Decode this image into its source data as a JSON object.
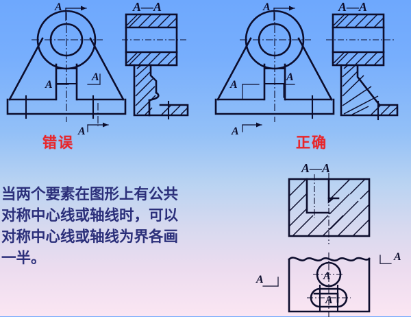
{
  "slide": {
    "background_top_color": "#6ea8fd",
    "background_bottom_color": "#fbe6f3",
    "line_color": "#0c0d2c",
    "accent_red": "#e8262b",
    "caption_color": "#2b2f7a"
  },
  "caption": {
    "text": "当两个要素在图形上有公共\n对称中心线或轴线时，可以\n对称中心线或轴线为界各画\n一半。"
  },
  "labels": {
    "wrong": "错误",
    "correct": "正确",
    "section_title": "A—A",
    "section_mark": "A"
  },
  "figures": [
    {
      "id": "wrong-front-view",
      "name": "错误 front view of bracket",
      "verdict": "错误",
      "section_marks": [
        "A",
        "A",
        "A",
        "A"
      ],
      "section_title": "A—A"
    },
    {
      "id": "wrong-section-view",
      "name": "错误 A—A full section",
      "section_title": "A—A"
    },
    {
      "id": "correct-front-view",
      "name": "正确 front view of bracket",
      "verdict": "正确",
      "section_marks": [
        "A",
        "A",
        "A",
        "A"
      ],
      "section_title": "A—A"
    },
    {
      "id": "correct-section-view",
      "name": "正确 A—A full section",
      "section_title": "A—A"
    },
    {
      "id": "plate-section-view",
      "name": "Plate A—A section (hatched block with counterbore)",
      "section_title": "A—A"
    },
    {
      "id": "plate-plan-view",
      "name": "Plate plan view with circular hole and slotted hole",
      "section_marks": [
        "A",
        "A"
      ],
      "feature_labels": [
        "A",
        "A"
      ]
    }
  ]
}
